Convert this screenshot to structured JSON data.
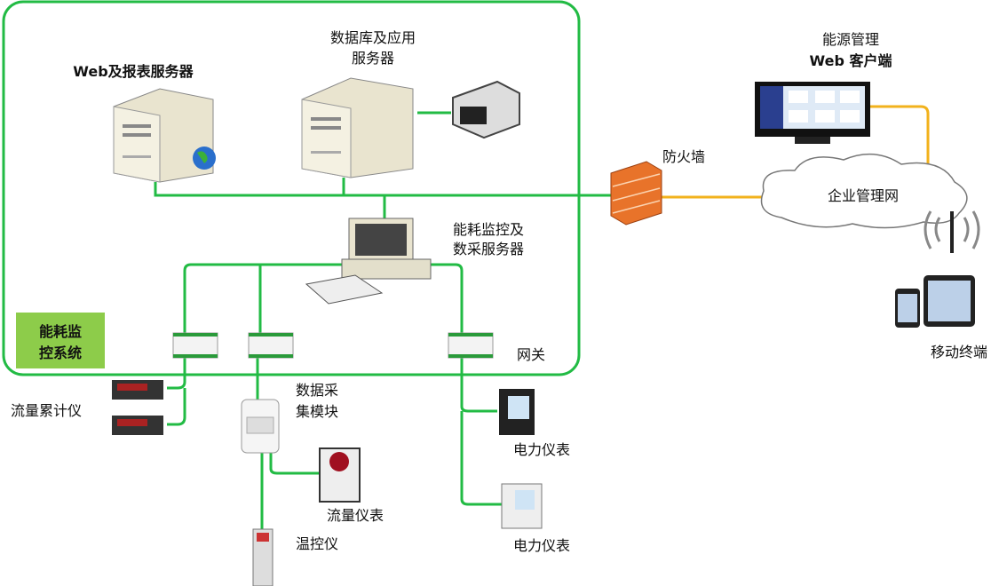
{
  "labels": {
    "web_server": "Web及报表服务器",
    "db_server_line1": "数据库及应用",
    "db_server_line2": "服务器",
    "client_line1": "能源管理",
    "client_line2": "Web 客户端",
    "firewall": "防火墙",
    "enterprise_network": "企业管理网",
    "monitor_server_line1": "能耗监控及",
    "monitor_server_line2": "数采服务器",
    "system_line1": "能耗监",
    "system_line2": "控系统",
    "gateway": "网关",
    "mobile": "移动终端",
    "flow_totalizer": "流量累计仪",
    "daq_line1": "数据采",
    "daq_line2": "集模块",
    "flow_meter": "流量仪表",
    "temp_controller": "温控仪",
    "power_meter_1": "电力仪表",
    "power_meter_2": "电力仪表"
  },
  "colors": {
    "lan": "#22bb44",
    "wan": "#f2b21c",
    "system_box": "#8dcc4a",
    "firewall": "#e8732a"
  }
}
